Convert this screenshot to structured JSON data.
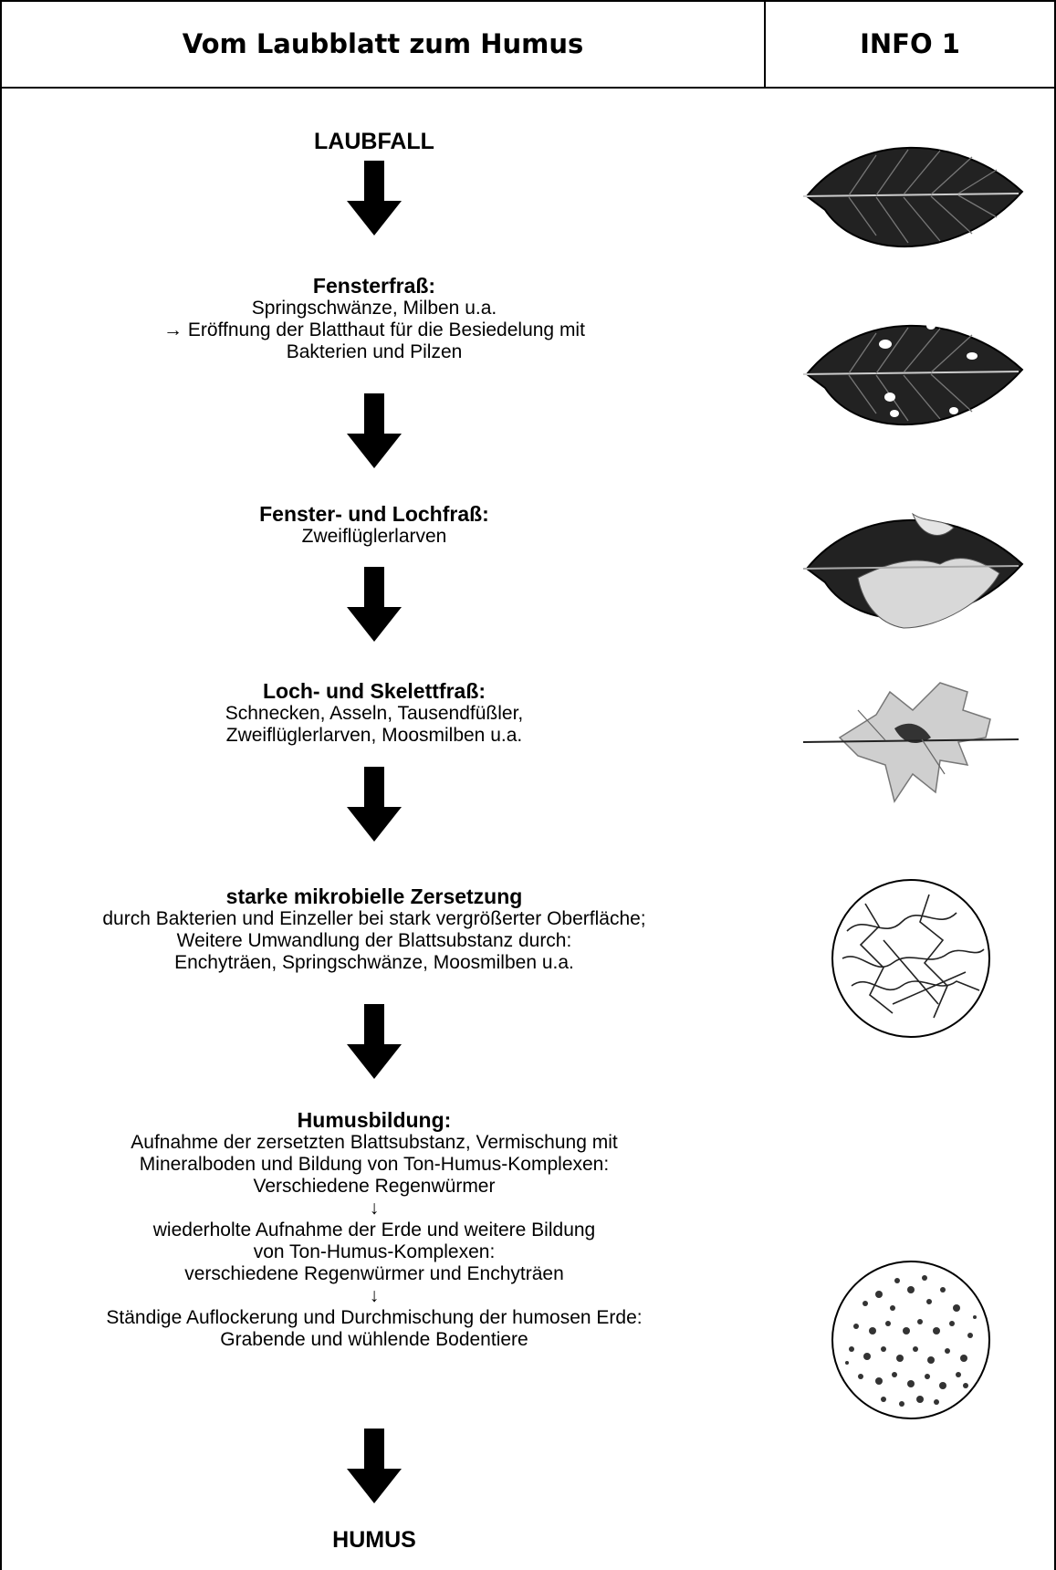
{
  "header": {
    "title": "Vom Laubblatt zum Humus",
    "info": "INFO 1"
  },
  "start": "LAUBFALL",
  "stages": [
    {
      "title": "Fensterfraß:",
      "lines": [
        "Springschwänze, Milben u.a.",
        "→ Eröffnung der Blatthaut für die Besiedelung mit",
        "Bakterien und Pilzen"
      ]
    },
    {
      "title": "Fenster- und Lochfraß:",
      "lines": [
        "Zweiflüglerlarven"
      ]
    },
    {
      "title": "Loch- und Skelettfraß:",
      "lines": [
        "Schnecken, Asseln, Tausendfüßler,",
        "Zweiflüglerlarven, Moosmilben u.a."
      ]
    },
    {
      "title": "starke mikrobielle Zersetzung",
      "lines": [
        "durch Bakterien und Einzeller bei stark vergrößerter Oberfläche;",
        "Weitere Umwandlung der Blattsubstanz durch:",
        "Enchyträen, Springschwänze, Moosmilben u.a."
      ]
    },
    {
      "title": "Humusbildung:",
      "lines": [
        "Aufnahme der zersetzten Blattsubstanz, Vermischung mit",
        "Mineralboden und Bildung von Ton-Humus-Komplexen:",
        "Verschiedene Regenwürmer",
        "↓",
        "wiederholte Aufnahme der Erde und weitere Bildung",
        "von Ton-Humus-Komplexen:",
        "verschiedene Regenwürmer und Enchyträen",
        "↓",
        "Ständige Auflockerung und Durchmischung der humosen Erde:",
        "Grabende und wühlende Bodentiere"
      ]
    }
  ],
  "end": "HUMUS"
}
